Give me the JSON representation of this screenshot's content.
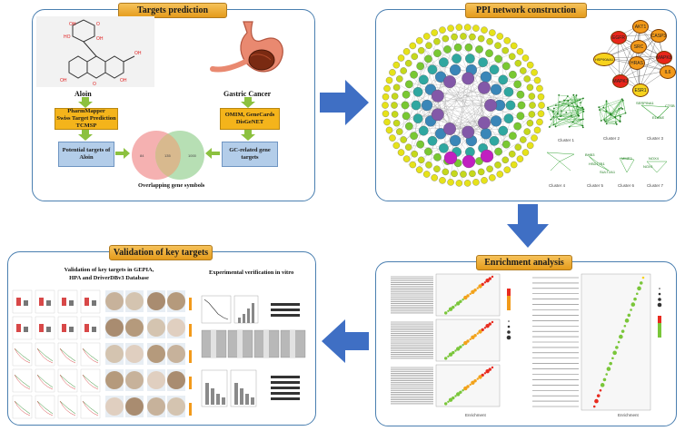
{
  "targets_prediction": {
    "title": "Targets prediction",
    "compound_label": "Aloin",
    "disease_label": "Gastric Cancer",
    "aloin_databases": "PharmMapper\nSwiss Target Prediction\nTCMSP",
    "gc_databases": "OMIM, GeneCards\nDisGeNET",
    "aloin_targets": "Potential targets of\nAloin",
    "gc_targets": "GC-related gene\ntargets",
    "venn_left": "84",
    "venn_center": "135",
    "venn_right": "1000",
    "venn_caption": "Overlapping gene symbols"
  },
  "ppi": {
    "title": "PPI network construction",
    "hub_genes": [
      "AKT1",
      "CASP3",
      "EGFR",
      "SRC",
      "HSP90AA1",
      "HRAS",
      "MAPK8",
      "MAPK1",
      "ESR1",
      "IL6"
    ],
    "clusters": [
      "Cluster 1",
      "Cluster 2",
      "Cluster 3",
      "Cluster 4",
      "Cluster 5",
      "Cluster 6",
      "Cluster 7"
    ],
    "cluster3_genes": [
      "SERPINA1",
      "CTSB",
      "ELANE"
    ],
    "cluster5_genes": [
      "BHB3",
      "HSD17B1",
      "SULT2A1"
    ],
    "cluster6_genes": [
      "MMP3"
    ],
    "cluster7_genes": [
      "NOX4",
      "NOX1"
    ]
  },
  "enrichment": {
    "title": "Enrichment analysis",
    "left_xlabel": "Enrichment",
    "right_xlabel": "Enrichment"
  },
  "validation": {
    "title": "Validation of key targets",
    "left_heading": "Validation of key targets  in GEPIA,\nHPA and DriverDBv3 Database",
    "right_heading": "Experimental verification in vitro"
  },
  "colors": {
    "panel_border": "#4a7fb0",
    "title_fill": "#f4b41b",
    "arrow_blue": "#3f6fc4",
    "venn_left": "#f3a3a3",
    "venn_right": "#9fd49b",
    "hub_red": "#e8261b",
    "hub_orange": "#f39a1a",
    "hub_yellow": "#f7d31d"
  },
  "icons": [
    "arrow-right-icon",
    "arrow-down-icon",
    "arrow-left-icon",
    "stomach-icon",
    "aloin-structure-icon"
  ]
}
